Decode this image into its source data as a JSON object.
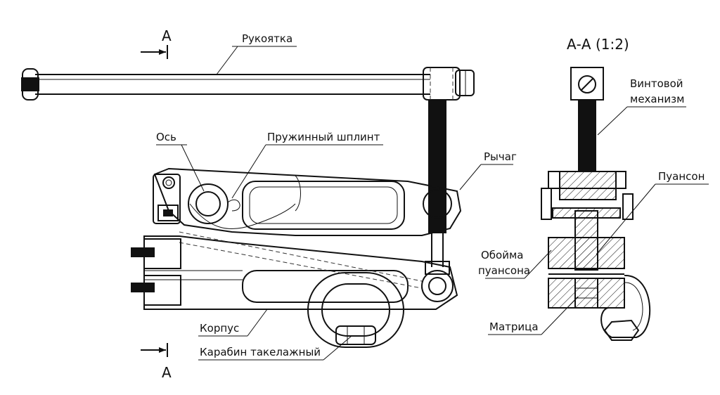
{
  "drawing": {
    "section_mark_top": "А",
    "section_mark_bottom": "А",
    "section_title": "А-А (1:2)",
    "labels": {
      "handle": "Рукоятка",
      "axis": "Ось",
      "spring_pin": "Пружинный шплинт",
      "lever": "Рычаг",
      "body": "Корпус",
      "carabiner": "Карабин такелажный",
      "screw_line1": "Винтовой",
      "screw_line2": "механизм",
      "punch": "Пуансон",
      "holder_line1": "Обойма",
      "holder_line2": "пуансона",
      "die": "Матрица"
    }
  }
}
